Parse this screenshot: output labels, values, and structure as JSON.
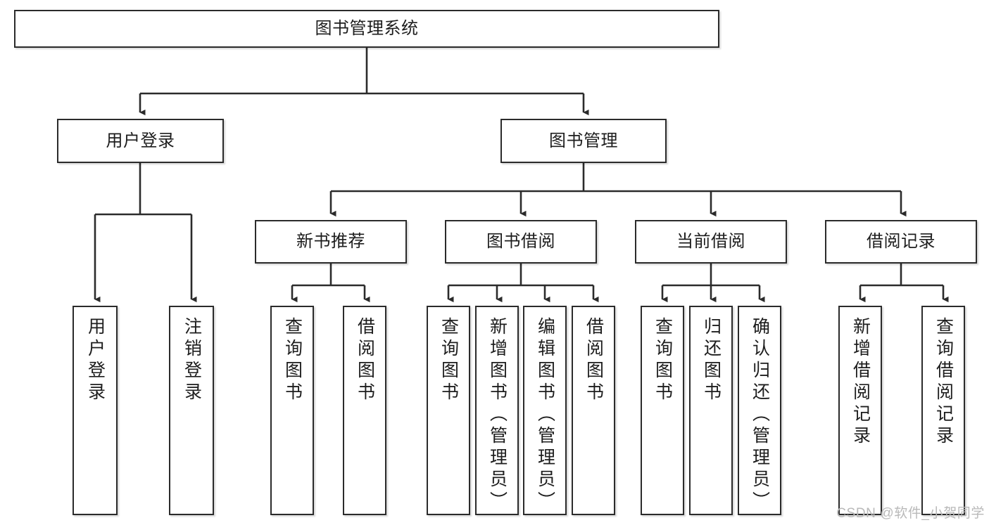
{
  "diagram": {
    "title": "图书管理系统",
    "type": "tree-hierarchy-chart",
    "root": {
      "label": "图书管理系统"
    },
    "level2": [
      {
        "label": "用户登录"
      },
      {
        "label": "图书管理"
      }
    ],
    "level3": [
      {
        "label": "新书推荐"
      },
      {
        "label": "图书借阅"
      },
      {
        "label": "当前借阅"
      },
      {
        "label": "借阅记录"
      }
    ],
    "leaves": {
      "user_login": [
        {
          "label": "用户登录"
        },
        {
          "label": "注销登录"
        }
      ],
      "new_book_recommend": [
        {
          "label": "查询图书"
        },
        {
          "label": "借阅图书"
        }
      ],
      "book_borrow": [
        {
          "label": "查询图书"
        },
        {
          "label": "新增图书（管理员）"
        },
        {
          "label": "编辑图书（管理员）"
        },
        {
          "label": "借阅图书"
        }
      ],
      "current_borrow": [
        {
          "label": "查询图书"
        },
        {
          "label": "归还图书"
        },
        {
          "label": "确认归还（管理员）"
        }
      ],
      "borrow_record": [
        {
          "label": "新增借阅记录"
        },
        {
          "label": "查询借阅记录"
        }
      ]
    },
    "colors": {
      "box_border": "#2b2b2b",
      "box_fill": "#ffffff",
      "connector": "#2b2b2b",
      "text": "#1d1d1d",
      "watermark": "#b9b9b9"
    }
  },
  "watermark": {
    "text": "CSDN @软件_小贺同学"
  }
}
